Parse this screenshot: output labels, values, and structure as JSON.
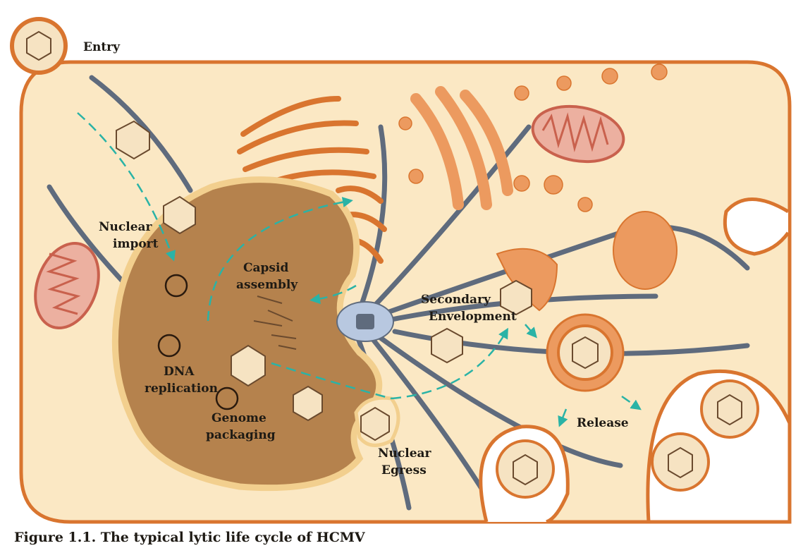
{
  "labels": {
    "entry": "Entry",
    "nuclear_import_1": "Nuclear",
    "nuclear_import_2": "import",
    "capsid_assembly_1": "Capsid",
    "capsid_assembly_2": "assembly",
    "dna_replication_1": "DNA",
    "dna_replication_2": "replication",
    "genome_packaging_1": "Genome",
    "genome_packaging_2": "packaging",
    "nuclear_egress_1": "Nuclear",
    "nuclear_egress_2": "Egress",
    "secondary_envelopment_1": "Secondary",
    "secondary_envelopment_2": "Envelopment",
    "release": "Release"
  },
  "caption": "Figure 1.1. The typical lytic life cycle of HCMV",
  "colors": {
    "cytoplasm": "#fbe8c4",
    "membrane": "#d9752f",
    "nucleus": "#b5824d",
    "nuclear_envelope": "#f2cf8e",
    "cytoskeleton": "#5f6b7d",
    "organelle": "#ec9a5f",
    "mitochondria": "#d98878",
    "trafficking_arrow": "#2ab3a6"
  }
}
